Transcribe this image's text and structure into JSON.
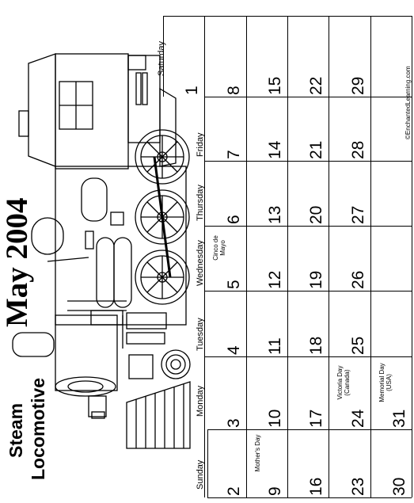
{
  "header": {
    "title": "May 2004",
    "subtitle_line1": "Steam",
    "subtitle_line2": "Locomotive"
  },
  "credit": "©EnchantedLearning.com",
  "weekdays": [
    "Sunday",
    "Monday",
    "Tuesday",
    "Wednesday",
    "Thursday",
    "Friday",
    "Saturday"
  ],
  "weeks": [
    [
      null,
      null,
      null,
      null,
      null,
      null,
      {
        "day": "1"
      }
    ],
    [
      {
        "day": "2"
      },
      {
        "day": "3"
      },
      {
        "day": "4"
      },
      {
        "day": "5",
        "note": "Cinco de Mayo"
      },
      {
        "day": "6"
      },
      {
        "day": "7"
      },
      {
        "day": "8"
      }
    ],
    [
      {
        "day": "9",
        "note": "Mother's Day"
      },
      {
        "day": "10"
      },
      {
        "day": "11"
      },
      {
        "day": "12"
      },
      {
        "day": "13"
      },
      {
        "day": "14"
      },
      {
        "day": "15"
      }
    ],
    [
      {
        "day": "16"
      },
      {
        "day": "17"
      },
      {
        "day": "18"
      },
      {
        "day": "19"
      },
      {
        "day": "20"
      },
      {
        "day": "21"
      },
      {
        "day": "22"
      }
    ],
    [
      {
        "day": "23"
      },
      {
        "day": "24",
        "note": "Victoria Day (Canada)"
      },
      {
        "day": "25"
      },
      {
        "day": "26"
      },
      {
        "day": "27"
      },
      {
        "day": "28"
      },
      {
        "day": "29"
      }
    ],
    [
      {
        "day": "30"
      },
      {
        "day": "31",
        "note": "Memorial Day (USA)"
      },
      null,
      null,
      null,
      null,
      null
    ]
  ]
}
